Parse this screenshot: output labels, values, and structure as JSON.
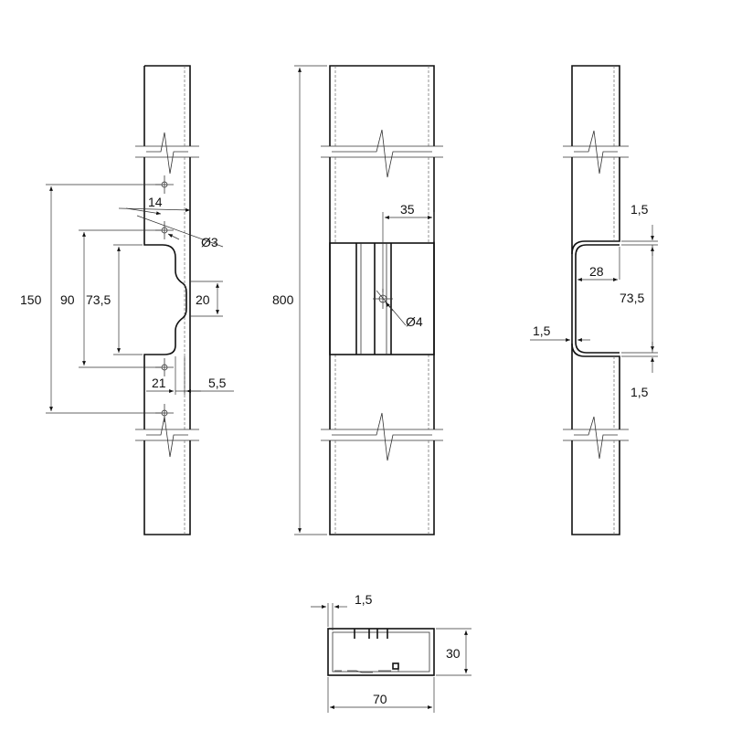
{
  "dimensions": {
    "left_view": {
      "d14": "14",
      "d3": "Ø3",
      "d150": "150",
      "d90": "90",
      "d73_5": "73,5",
      "d20": "20",
      "d21": "21",
      "d5_5": "5,5"
    },
    "front_view": {
      "d800": "800",
      "d35": "35",
      "d4": "Ø4"
    },
    "right_view": {
      "d1_5_top": "1,5",
      "d28": "28",
      "d73_5": "73,5",
      "d1_5_left": "1,5",
      "d1_5_bottom": "1,5"
    },
    "section_view": {
      "d1_5": "1,5",
      "d30": "30",
      "d70": "70"
    }
  }
}
